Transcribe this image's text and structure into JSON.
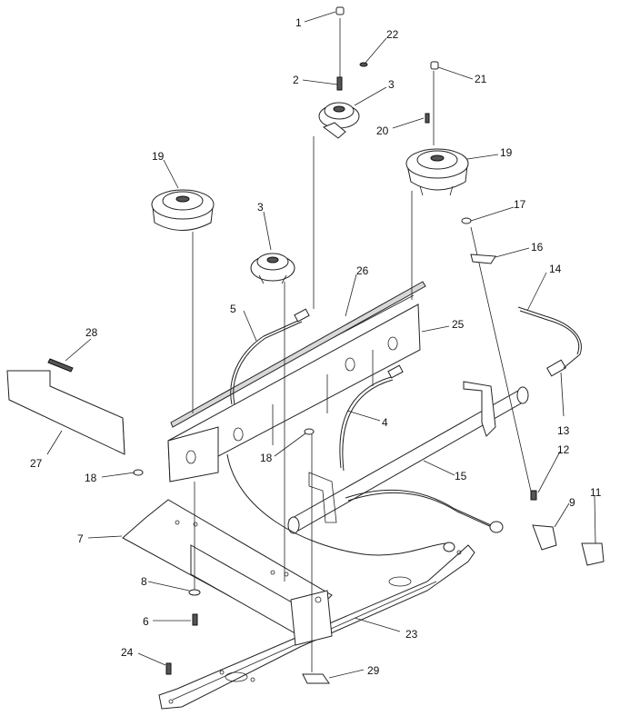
{
  "callouts": {
    "c1": "1",
    "c2": "2",
    "c3a": "3",
    "c3b": "3",
    "c4": "4",
    "c5": "5",
    "c6": "6",
    "c7": "7",
    "c8": "8",
    "c9": "9",
    "c11": "11",
    "c12": "12",
    "c13": "13",
    "c14": "14",
    "c15": "15",
    "c16": "16",
    "c17": "17",
    "c18a": "18",
    "c18b": "18",
    "c19a": "19",
    "c19b": "19",
    "c20": "20",
    "c21": "21",
    "c22": "22",
    "c23": "23",
    "c24": "24",
    "c25": "25",
    "c26": "26",
    "c27": "27",
    "c28": "28",
    "c29": "29"
  }
}
